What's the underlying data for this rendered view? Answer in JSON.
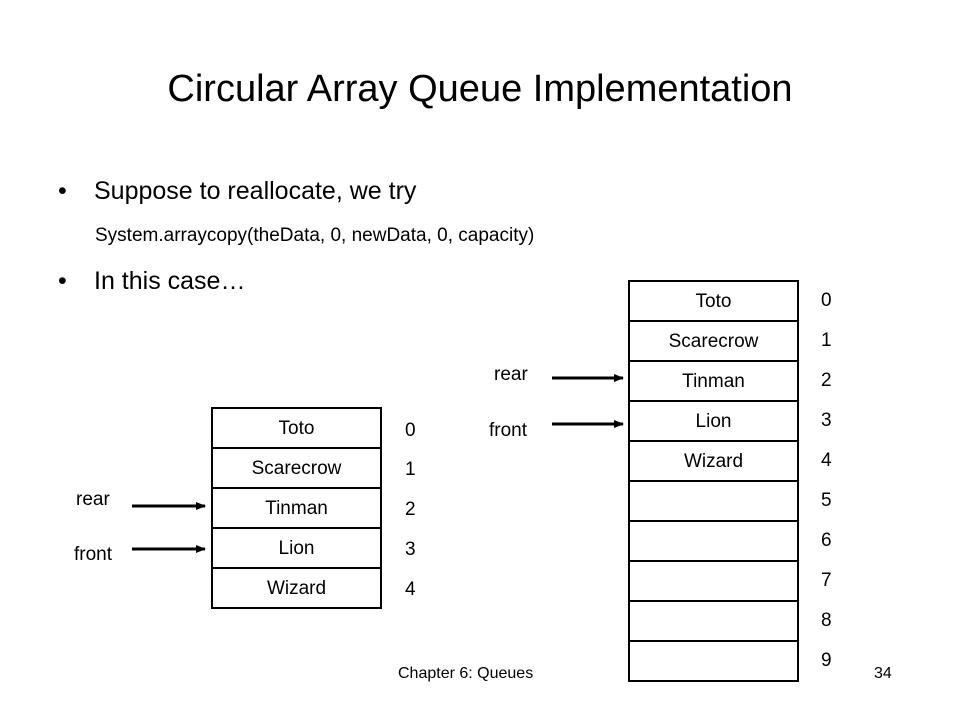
{
  "slide": {
    "title": "Circular Array Queue Implementation",
    "bullets": [
      {
        "marker": "•",
        "text": "Suppose to reallocate, we try"
      },
      {
        "marker": "•",
        "text": "In this case…"
      }
    ],
    "code_line": "System.arraycopy(theData, 0, newData, 0, capacity)"
  },
  "small_array": {
    "cells": [
      "Toto",
      "Scarecrow",
      "Tinman",
      "Lion",
      "Wizard"
    ],
    "indices": [
      "0",
      "1",
      "2",
      "3",
      "4"
    ],
    "rear_label": "rear",
    "front_label": "front"
  },
  "large_array": {
    "cells": [
      "Toto",
      "Scarecrow",
      "Tinman",
      "Lion",
      "Wizard",
      "",
      "",
      "",
      "",
      ""
    ],
    "indices": [
      "0",
      "1",
      "2",
      "3",
      "4",
      "5",
      "6",
      "7",
      "8",
      "9"
    ],
    "rear_label": "rear",
    "front_label": "front"
  },
  "footer": {
    "chapter": "Chapter 6: Queues",
    "page": "34"
  }
}
